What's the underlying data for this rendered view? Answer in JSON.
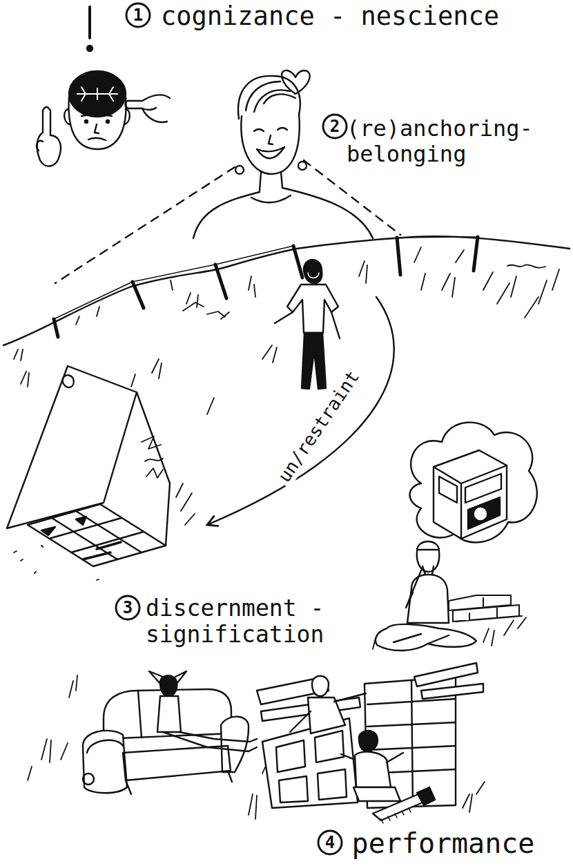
{
  "diagram": {
    "labels": [
      "1",
      "cognizance - nescience",
      "2",
      "(re)anchoring- belonging",
      "un/restraint",
      "3",
      "discernment - signification",
      "4",
      "performance"
    ]
  }
}
